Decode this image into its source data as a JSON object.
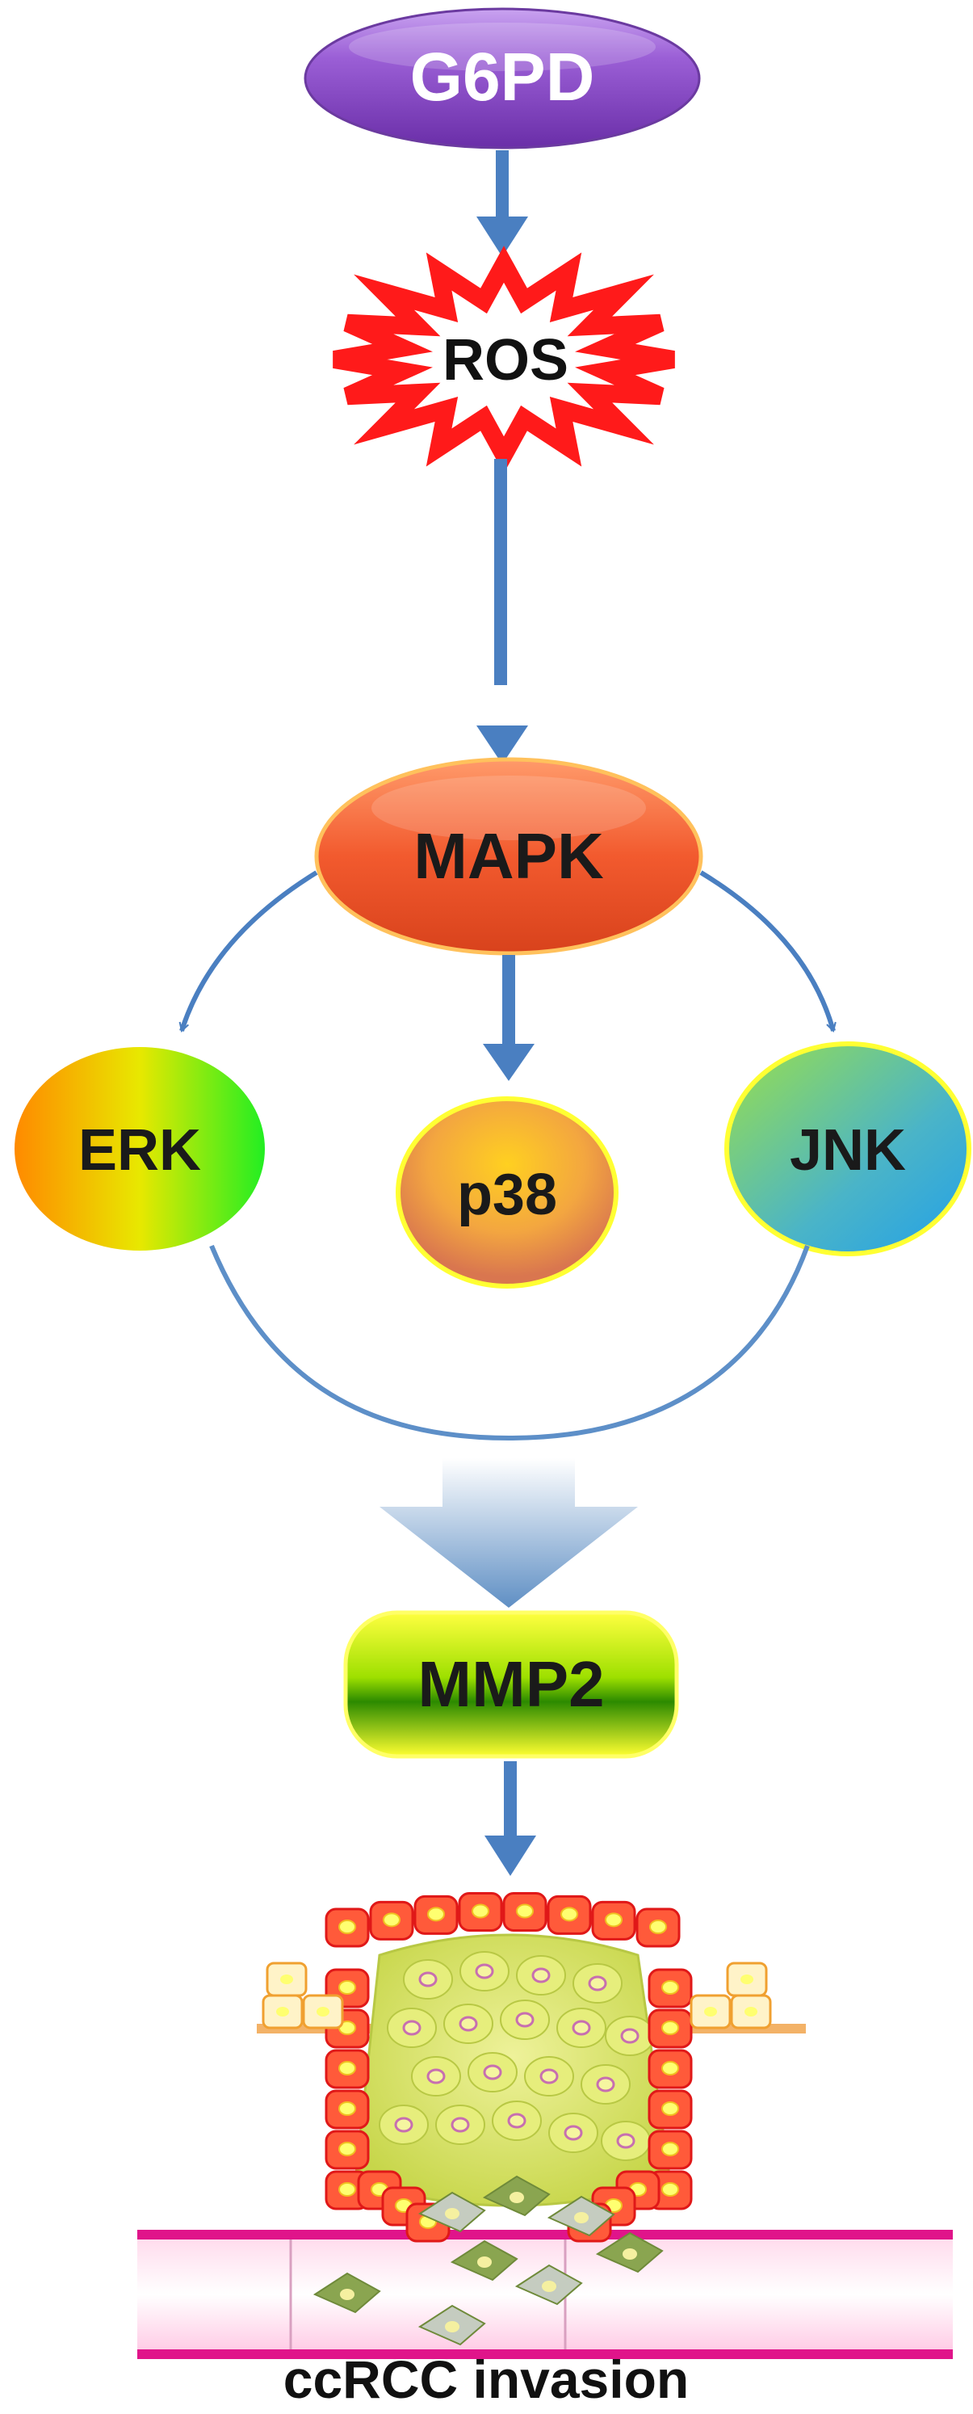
{
  "nodes": {
    "g6pd": "G6PD",
    "ros": "ROS",
    "mapk": "MAPK",
    "erk": "ERK",
    "p38": "p38",
    "jnk": "JNK",
    "mmp2": "MMP2"
  },
  "caption": "ccRCC invasion",
  "colors": {
    "arrow": "#4a7fc1",
    "g6pd": "#8b4fc0",
    "ros_star": "#ff1a1a",
    "mapk": "#f0552c",
    "mmp2": "#8fd400",
    "vessel": "#e0148a"
  }
}
